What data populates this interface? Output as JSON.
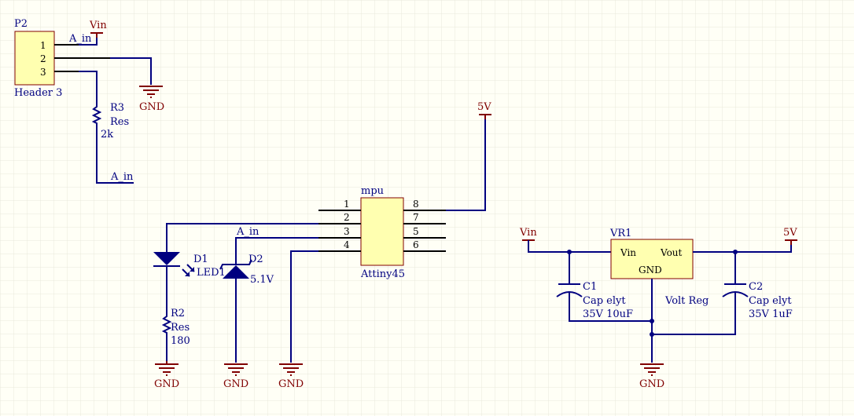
{
  "colors": {
    "wire": "#000080",
    "power": "#800000",
    "body": "#ffffb0",
    "grid": "#e8e8dc",
    "background": "#fffff6"
  },
  "header": {
    "ref": "P2",
    "value": "Header 3",
    "pins": [
      "1",
      "2",
      "3"
    ],
    "net_label": "A_in"
  },
  "r3": {
    "ref": "R3",
    "type": "Res",
    "value": "2k",
    "net_label": "A_in"
  },
  "mcu": {
    "ref": "mpu",
    "value": "Attiny45",
    "left_pins": [
      "1",
      "2",
      "3",
      "4"
    ],
    "right_pins": [
      "8",
      "7",
      "5",
      "6"
    ],
    "net_label": "A_in"
  },
  "d1": {
    "ref": "D1",
    "value": "LED1"
  },
  "d2": {
    "ref": "D2",
    "value": "5.1V"
  },
  "r2": {
    "ref": "R2",
    "type": "Res",
    "value": "180"
  },
  "vr1": {
    "ref": "VR1",
    "value": "Volt Reg",
    "pin_vin": "Vin",
    "pin_vout": "Vout",
    "pin_gnd": "GND"
  },
  "c1": {
    "ref": "C1",
    "type": "Cap elyt",
    "value": "35V 10uF"
  },
  "c2": {
    "ref": "C2",
    "type": "Cap elyt",
    "value": "35V 1uF"
  },
  "power": {
    "vin": "Vin",
    "v5": "5V",
    "gnd": "GND"
  }
}
